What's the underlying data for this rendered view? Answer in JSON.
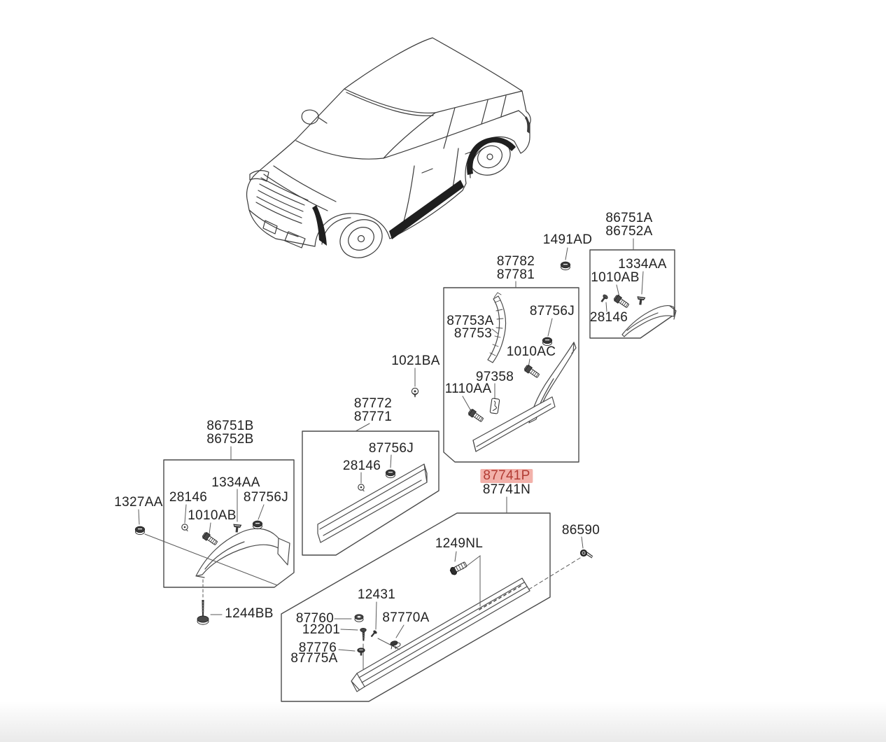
{
  "page": {
    "background": "#ffffff",
    "type": "automotive-parts-diagram",
    "description": "SUV body side moulding and wheel-arch garnish exploded parts diagram"
  },
  "highlight": {
    "selected_callout": "87741P",
    "background": "#F2B1AA",
    "text_color": "#B23B33"
  },
  "callout_text_color": "#222222",
  "callouts": [
    {
      "text": "1491AD",
      "highlighted": false
    },
    {
      "text": "86751A",
      "highlighted": false
    },
    {
      "text": "86752A",
      "highlighted": false
    },
    {
      "text": "1334AA",
      "highlighted": false
    },
    {
      "text": "1010AB",
      "highlighted": false
    },
    {
      "text": "28146",
      "highlighted": false
    },
    {
      "text": "87782",
      "highlighted": false
    },
    {
      "text": "87781",
      "highlighted": false
    },
    {
      "text": "87753A",
      "highlighted": false
    },
    {
      "text": "87753",
      "highlighted": false
    },
    {
      "text": "87756J",
      "highlighted": false
    },
    {
      "text": "1010AC",
      "highlighted": false
    },
    {
      "text": "97358",
      "highlighted": false
    },
    {
      "text": "1110AA",
      "highlighted": false
    },
    {
      "text": "1021BA",
      "highlighted": false
    },
    {
      "text": "87772",
      "highlighted": false
    },
    {
      "text": "87771",
      "highlighted": false
    },
    {
      "text": "87756J",
      "highlighted": false
    },
    {
      "text": "28146",
      "highlighted": false
    },
    {
      "text": "86751B",
      "highlighted": false
    },
    {
      "text": "86752B",
      "highlighted": false
    },
    {
      "text": "1327AA",
      "highlighted": false
    },
    {
      "text": "28146",
      "highlighted": false
    },
    {
      "text": "1334AA",
      "highlighted": false
    },
    {
      "text": "87756J",
      "highlighted": false
    },
    {
      "text": "1010AB",
      "highlighted": false
    },
    {
      "text": "1244BB",
      "highlighted": false
    },
    {
      "text": "87741P",
      "highlighted": true
    },
    {
      "text": "87741N",
      "highlighted": false
    },
    {
      "text": "86590",
      "highlighted": false
    },
    {
      "text": "1249NL",
      "highlighted": false
    },
    {
      "text": "12431",
      "highlighted": false
    },
    {
      "text": "87760",
      "highlighted": false
    },
    {
      "text": "12201",
      "highlighted": false
    },
    {
      "text": "87770A",
      "highlighted": false
    },
    {
      "text": "87776",
      "highlighted": false
    },
    {
      "text": "87775A",
      "highlighted": false
    }
  ],
  "assemblies": [
    {
      "label": "86751A / 86752A",
      "members": [
        "1334AA",
        "1010AB",
        "28146"
      ]
    },
    {
      "label": "87782 / 87781",
      "members": [
        "87753A",
        "87753",
        "87756J",
        "1010AC",
        "97358",
        "1110AA"
      ]
    },
    {
      "label": "87772 / 87771",
      "members": [
        "87756J",
        "28146"
      ]
    },
    {
      "label": "86751B / 86752B",
      "members": [
        "1327AA",
        "28146",
        "1334AA",
        "87756J",
        "1010AB",
        "1244BB"
      ]
    },
    {
      "label": "87741P / 87741N",
      "members": [
        "1249NL",
        "86590",
        "12431",
        "87760",
        "12201",
        "87770A",
        "87776",
        "87775A"
      ]
    }
  ],
  "loose_fasteners": [
    "1491AD",
    "1021BA"
  ],
  "icon_types": [
    "hex-nut",
    "hex-bolt",
    "push-clip",
    "stud-clip",
    "tapping-screw",
    "grommet",
    "pin",
    "retainer-clip",
    "long-bolt",
    "moulding-strip",
    "wheel-arch-garnish"
  ]
}
